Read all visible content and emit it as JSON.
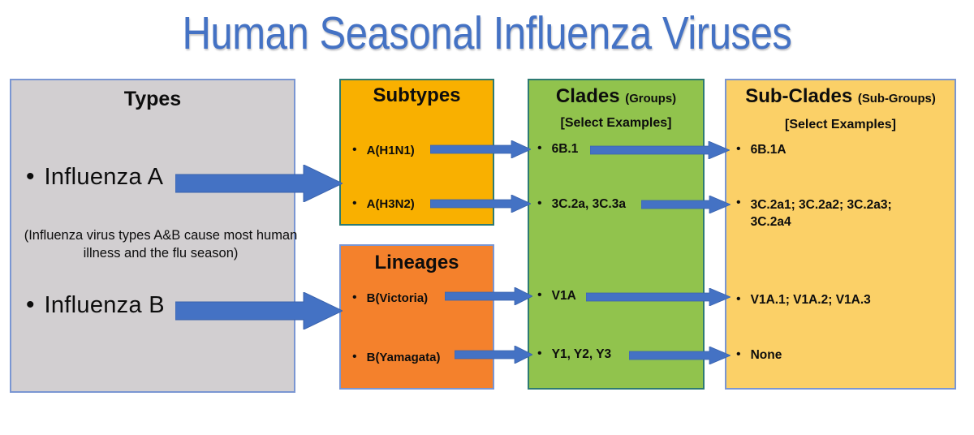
{
  "title": "Human Seasonal Influenza Viruses",
  "colors": {
    "title_blue": "#4472c4",
    "arrow_blue": "#4472c4",
    "types_bg": "#d2cfd1",
    "subtypes_bg": "#f9b000",
    "lineages_bg": "#f4812c",
    "clades_bg": "#91c34d",
    "subclades_bg": "#fbd067",
    "text": "#0d0d0d"
  },
  "types": {
    "heading": "Types",
    "bullet": "•",
    "items": [
      {
        "label": "Influenza  A"
      },
      {
        "label": "Influenza  B"
      }
    ],
    "note": "(Influenza virus types A&B cause most human illness and the flu season)"
  },
  "subtypes": {
    "heading": "Subtypes",
    "bullet": "•",
    "items": [
      {
        "label": "A(H1N1)"
      },
      {
        "label": "A(H3N2)"
      }
    ]
  },
  "lineages": {
    "heading": "Lineages",
    "bullet": "•",
    "items": [
      {
        "label": "B(Victoria)"
      },
      {
        "label": "B(Yamagata)"
      }
    ]
  },
  "clades": {
    "heading": "Clades",
    "heading_note": "(Groups)",
    "subheading": "[Select Examples]",
    "bullet": "•",
    "items": [
      {
        "label": "6B.1"
      },
      {
        "label": "3C.2a, 3C.3a"
      },
      {
        "label": "V1A"
      },
      {
        "label": "Y1, Y2, Y3"
      }
    ]
  },
  "subclades": {
    "heading": "Sub-Clades",
    "heading_note": "(Sub-Groups)",
    "subheading": "[Select Examples]",
    "bullet": "•",
    "items": [
      {
        "label": "6B.1A"
      },
      {
        "label": "3C.2a1; 3C.2a2; 3C.2a3;\n3C.2a4"
      },
      {
        "label": "V1A.1; V1A.2; V1A.3"
      },
      {
        "label": "None"
      }
    ]
  },
  "arrows": [
    {
      "name": "arrow-influenza-a-to-subtypes",
      "from": "Influenza A",
      "to": "A(H1N1)"
    },
    {
      "name": "arrow-influenza-b-to-lineages",
      "from": "Influenza B",
      "to": "B(Victoria)"
    },
    {
      "name": "arrow-h1n1-to-6b1",
      "from": "A(H1N1)",
      "to": "6B.1"
    },
    {
      "name": "arrow-h3n2-to-3c2a",
      "from": "A(H3N2)",
      "to": "3C.2a, 3C.3a"
    },
    {
      "name": "arrow-victoria-to-v1a",
      "from": "B(Victoria)",
      "to": "V1A"
    },
    {
      "name": "arrow-yamagata-to-y1y2y3",
      "from": "B(Yamagata)",
      "to": "Y1, Y2, Y3"
    },
    {
      "name": "arrow-6b1-to-6b1a",
      "from": "6B.1",
      "to": "6B.1A"
    },
    {
      "name": "arrow-3c2a-to-3c2a1",
      "from": "3C.2a, 3C.3a",
      "to": "3C.2a1; 3C.2a2; 3C.2a3; 3C.2a4"
    },
    {
      "name": "arrow-v1a-to-v1a1",
      "from": "V1A",
      "to": "V1A.1; V1A.2; V1A.3"
    },
    {
      "name": "arrow-y1y2y3-to-none",
      "from": "Y1, Y2, Y3",
      "to": "None"
    }
  ]
}
